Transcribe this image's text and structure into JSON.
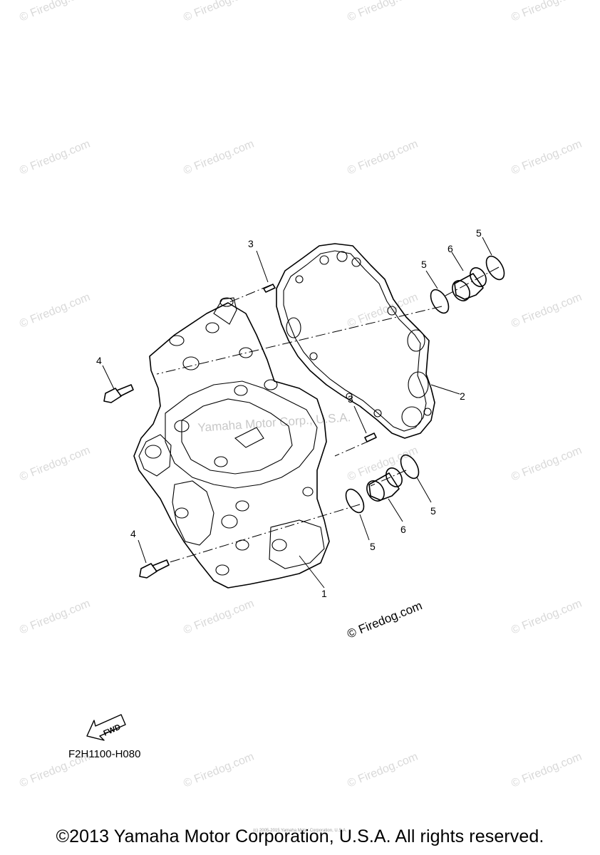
{
  "diagram": {
    "watermark_text": "© Firedog.com",
    "center_watermark": "Yamaha Motor Corp., U.S.A.",
    "site_credit": "© Firedog.com",
    "figure_code": "F2H1100-H080",
    "fwd_label": "FWD",
    "callouts": [
      "1",
      "2",
      "3",
      "3",
      "4",
      "4",
      "5",
      "5",
      "5",
      "5",
      "6",
      "6"
    ]
  },
  "footer": {
    "copyright": "©2013 Yamaha Motor Corporation, U.S.A. All rights reserved.",
    "fine_print": "(c) 2005-2015 Yamaha Motor Corporation, U.S.A."
  }
}
